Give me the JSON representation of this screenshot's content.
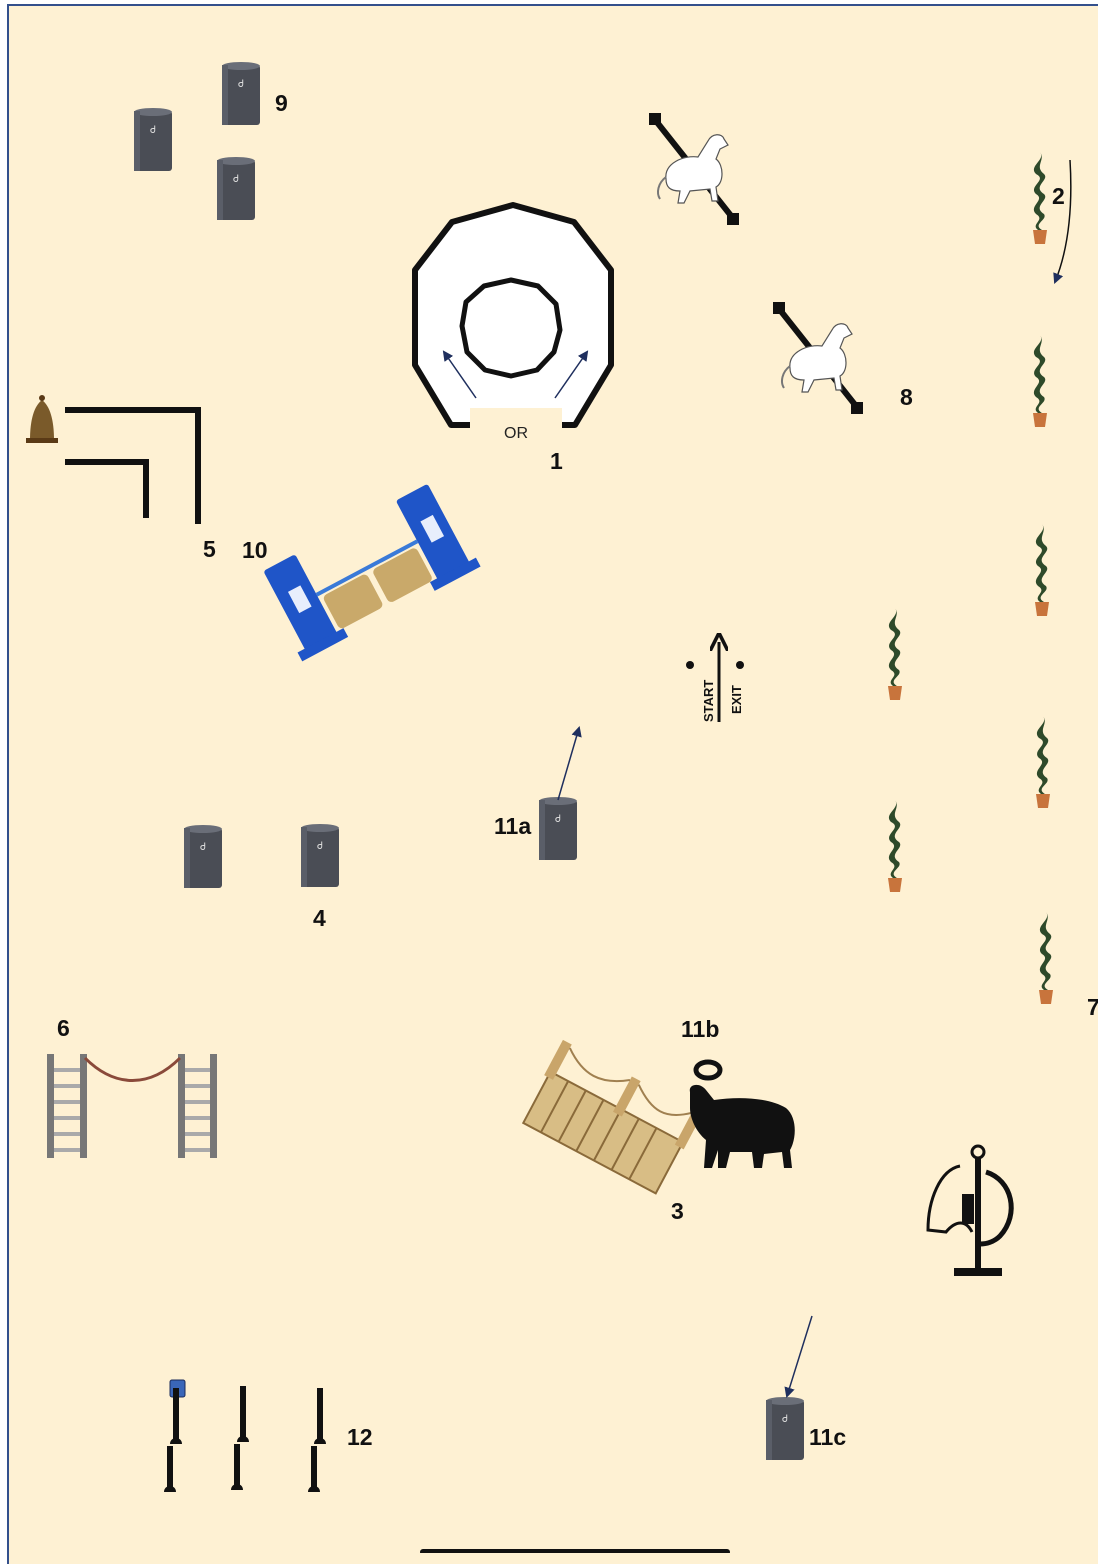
{
  "labels": {
    "obstacle_1": "1",
    "obstacle_2": "2",
    "obstacle_3": "3",
    "obstacle_4": "4",
    "obstacle_5": "5",
    "obstacle_6": "6",
    "obstacle_7": "7",
    "obstacle_8": "8",
    "obstacle_9": "9",
    "obstacle_10": "10",
    "obstacle_11a": "11a",
    "obstacle_11b": "11b",
    "obstacle_11c": "11c",
    "obstacle_12": "12",
    "or_text": "OR",
    "start_text": "START",
    "exit_text": "EXIT"
  },
  "colors": {
    "arena_background": "#fef1d3",
    "arena_border": "#33508c",
    "arrow": "#1f2f5e",
    "barrel": "#4a4d55",
    "tree": "#2e4a2a",
    "pot": "#c8743c",
    "jump_standard": "#1f55c8",
    "hay": "#c9a96a",
    "bridge_wood": "#d8bd85",
    "bull": "#111111"
  },
  "icons": [
    "barrel-icon",
    "cypress-tree-icon",
    "horse-pole-icon",
    "bell-icon",
    "jump-standards-icon",
    "ladder-rope-icon",
    "wooden-bridge-icon",
    "bull-ring-icon",
    "horse-logo-icon",
    "pole-post-icon",
    "decagon-circle-icon"
  ]
}
